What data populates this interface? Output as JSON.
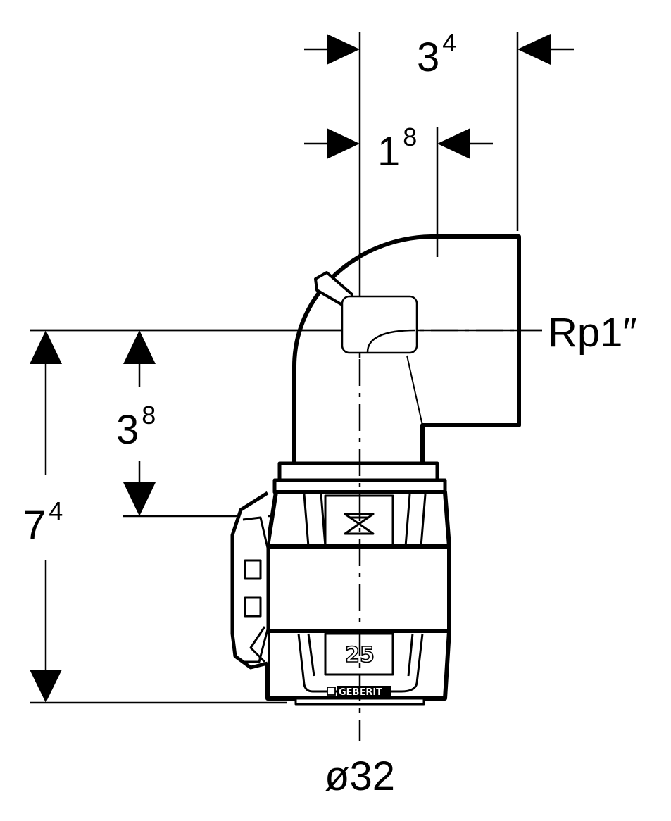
{
  "dimensions": {
    "top_width": {
      "main": "3",
      "sup": "4"
    },
    "inner_offset": {
      "main": "1",
      "sup": "8"
    },
    "thread_height": {
      "main": "3",
      "sup": "8"
    },
    "total_height": {
      "main": "7",
      "sup": "4"
    }
  },
  "thread_label": "Rp1″",
  "pipe_label": "ø32",
  "fitting": {
    "size_marking": "25",
    "brand_logo": "GEBERIT"
  },
  "colors": {
    "line": "#000000",
    "background": "#ffffff"
  }
}
